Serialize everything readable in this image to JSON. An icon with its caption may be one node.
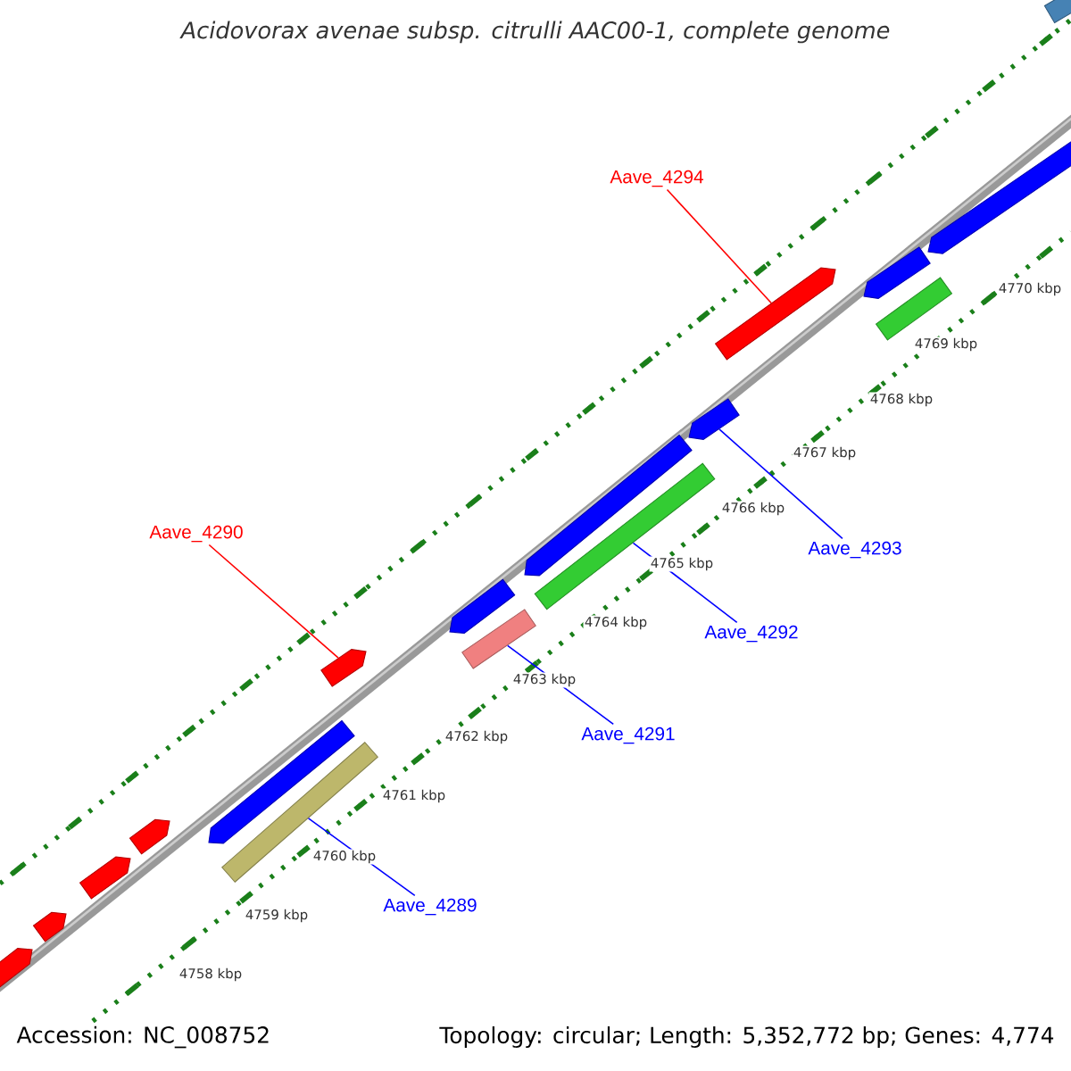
{
  "diagram": {
    "title": "Acidovorax avenae subsp. citrulli AAC00-1, complete genome",
    "nodes": [
      {
        "text": [
          "Aave_4294"
        ]
      },
      {
        "text": [
          "Aave_4290"
        ]
      },
      {
        "text": [
          "Aave_4293"
        ]
      },
      {
        "text": [
          "Aave_4292"
        ]
      },
      {
        "text": [
          "Aave_4291"
        ]
      },
      {
        "text": [
          "Aave_4289"
        ]
      },
      {
        "text": [],
        "shape": "bar"
      },
      {
        "text": [],
        "shape": "bar"
      },
      {
        "text": [],
        "shape": "bar"
      },
      {
        "text": [],
        "shape": "bar"
      },
      {
        "text": [],
        "shape": "bar"
      },
      {
        "text": [],
        "shape": "bar"
      },
      {
        "text": [],
        "shape": "bar"
      },
      {
        "text": [],
        "shape": "bar"
      },
      {
        "text": [],
        "shape": "bar"
      },
      {
        "text": [],
        "shape": "bar"
      },
      {
        "text": [],
        "shape": "bar"
      },
      {
        "text": [],
        "shape": "bar"
      },
      {
        "text": [],
        "shape": "bar"
      },
      {
        "text": [],
        "shape": "bar"
      },
      {
        "text": [],
        "shape": "bar"
      },
      {
        "text": [],
        "shape": "bar"
      },
      {
        "text": [],
        "shape": "bar"
      }
    ],
    "edges": [
      {
        "from": 0,
        "to": 6,
        "arrow": "none",
        "color": "#ff0000"
      },
      {
        "from": 1,
        "to": 7,
        "arrow": "none",
        "color": "#ff0000"
      },
      {
        "from": 2,
        "to": 8,
        "arrow": "none"
      },
      {
        "from": 3,
        "to": 9,
        "arrow": "none"
      },
      {
        "from": 4,
        "to": 10,
        "arrow": "none"
      },
      {
        "from": 5,
        "to": 11,
        "arrow": "none"
      }
    ],
    "labels": [
      "4770 kbp",
      "4769 kbp",
      "4768 kbp",
      "4767 kbp",
      "4766 kbp",
      "4765 kbp",
      "4764 kbp",
      "4763 kbp",
      "4762 kbp",
      "4761 kbp",
      "4760 kbp",
      "4759 kbp",
      "4758 kbp",
      "Accession: NC_008752",
      "Topology: circular; Length: 5,352,772 bp; Genes: 4,774"
    ]
  }
}
